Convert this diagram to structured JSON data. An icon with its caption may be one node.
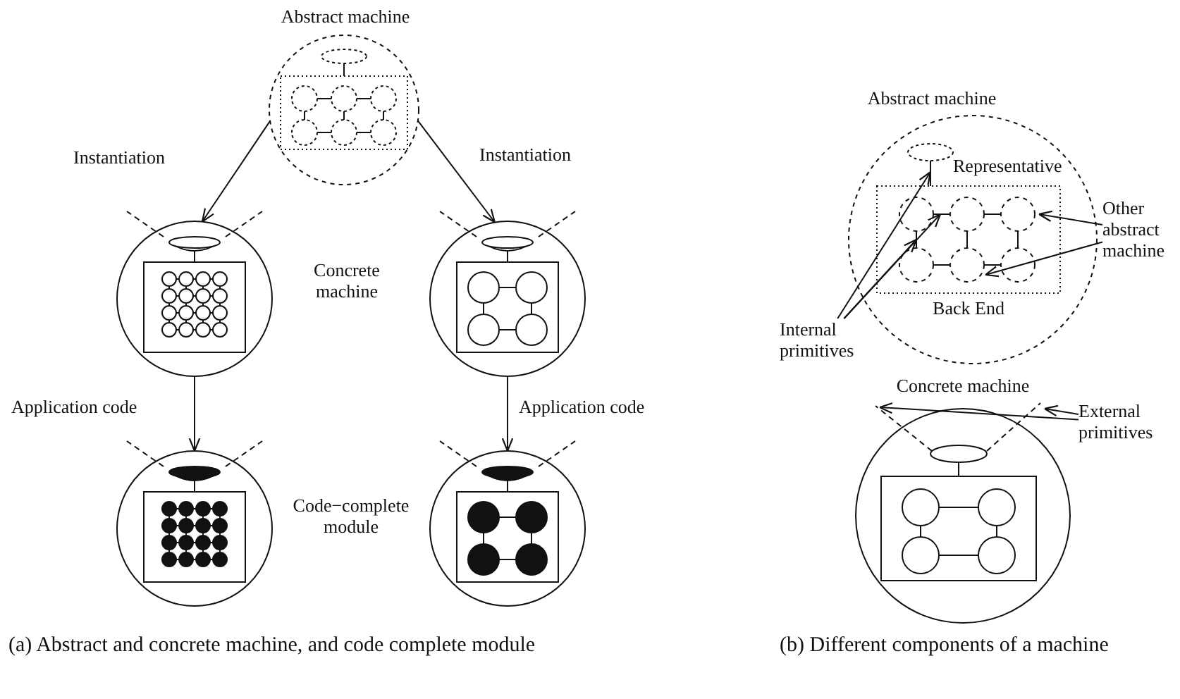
{
  "diagram": {
    "nodes": [
      {
        "text": [
          "Abstract machine"
        ]
      },
      {
        "text": [],
        "shape": "circle",
        "beside": [
          "Concrete machine"
        ]
      },
      {
        "text": [],
        "shape": "circle"
      },
      {
        "text": [],
        "shape": "circle",
        "beside": [
          "Code−complete module"
        ]
      },
      {
        "text": [],
        "shape": "circle"
      },
      {
        "text": [
          "Abstract machine"
        ]
      },
      {
        "text": [
          "Internal primitives"
        ]
      },
      {
        "text": [
          "Other abstract machine"
        ]
      },
      {
        "text": [
          "Back End"
        ],
        "in": 5
      },
      {
        "text": [
          "Representative"
        ],
        "in": 5
      },
      {
        "text": [
          "Concrete machine"
        ]
      },
      {
        "text": [
          "External primitives"
        ]
      }
    ],
    "edges": [
      {
        "from": 0,
        "to": 1,
        "arrow": "to",
        "label": "Instantiation"
      },
      {
        "from": 0,
        "to": 2,
        "arrow": "to",
        "label": "Instantiation"
      },
      {
        "from": 1,
        "to": 3,
        "arrow": "to",
        "label": "Application code"
      },
      {
        "from": 2,
        "to": 4,
        "arrow": "to",
        "label": "Application code"
      },
      {
        "from": 6,
        "to": 9,
        "arrow": "to"
      },
      {
        "from": 6,
        "to": 8,
        "arrow": "to"
      },
      {
        "from": 6,
        "to": 8,
        "arrow": "to"
      },
      {
        "from": 7,
        "to": 8,
        "arrow": "to"
      },
      {
        "from": 7,
        "to": 8,
        "arrow": "to"
      },
      {
        "from": 11,
        "to": 10,
        "arrow": "to"
      },
      {
        "from": 11,
        "to": 10,
        "arrow": "to"
      }
    ],
    "labels": [
      "(a) Abstract and concrete machine, and code complete module",
      "(b) Different components of a machine"
    ]
  }
}
